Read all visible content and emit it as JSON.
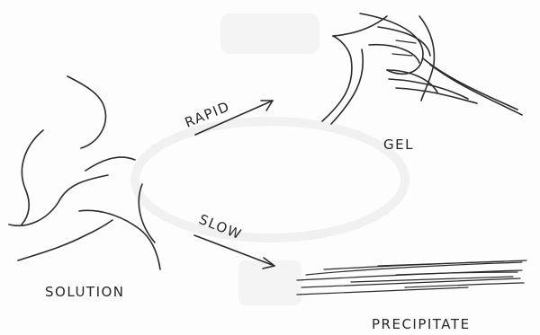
{
  "labels": {
    "rapid": "RAPID",
    "slow": "SLOW",
    "gel": "GEL",
    "solution": "SOLUTION",
    "precipitate": "PRECIPITATE"
  }
}
